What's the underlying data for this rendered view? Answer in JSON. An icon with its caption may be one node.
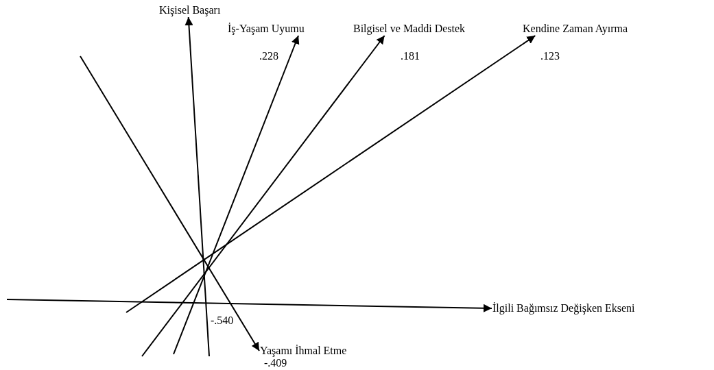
{
  "diagram": {
    "nodes": [
      {
        "text": [
          "Kişisel Başarı"
        ]
      },
      {
        "text": [
          "İş-Yaşam Uyumu"
        ],
        "beside": [
          ".228"
        ]
      },
      {
        "text": [
          "Bilgisel ve Maddi Destek"
        ],
        "beside": [
          ".181"
        ]
      },
      {
        "text": [
          "Kendine Zaman Ayırma"
        ],
        "beside": [
          ".123"
        ]
      },
      {
        "text": [
          "İlgili Bağımsız Değişken Ekseni"
        ]
      },
      {
        "text": [
          "Yaşamı İhmal Etme"
        ],
        "beside": [
          "-.409"
        ]
      }
    ],
    "edges": [
      {
        "from": null,
        "to": 0,
        "arrow": "to"
      },
      {
        "from": null,
        "to": 1,
        "arrow": "to"
      },
      {
        "from": null,
        "to": 2,
        "arrow": "to"
      },
      {
        "from": null,
        "to": 3,
        "arrow": "to"
      },
      {
        "from": null,
        "to": 4,
        "arrow": "to"
      },
      {
        "from": null,
        "to": 5,
        "arrow": "to"
      }
    ],
    "labels": [
      "-.540"
    ]
  }
}
